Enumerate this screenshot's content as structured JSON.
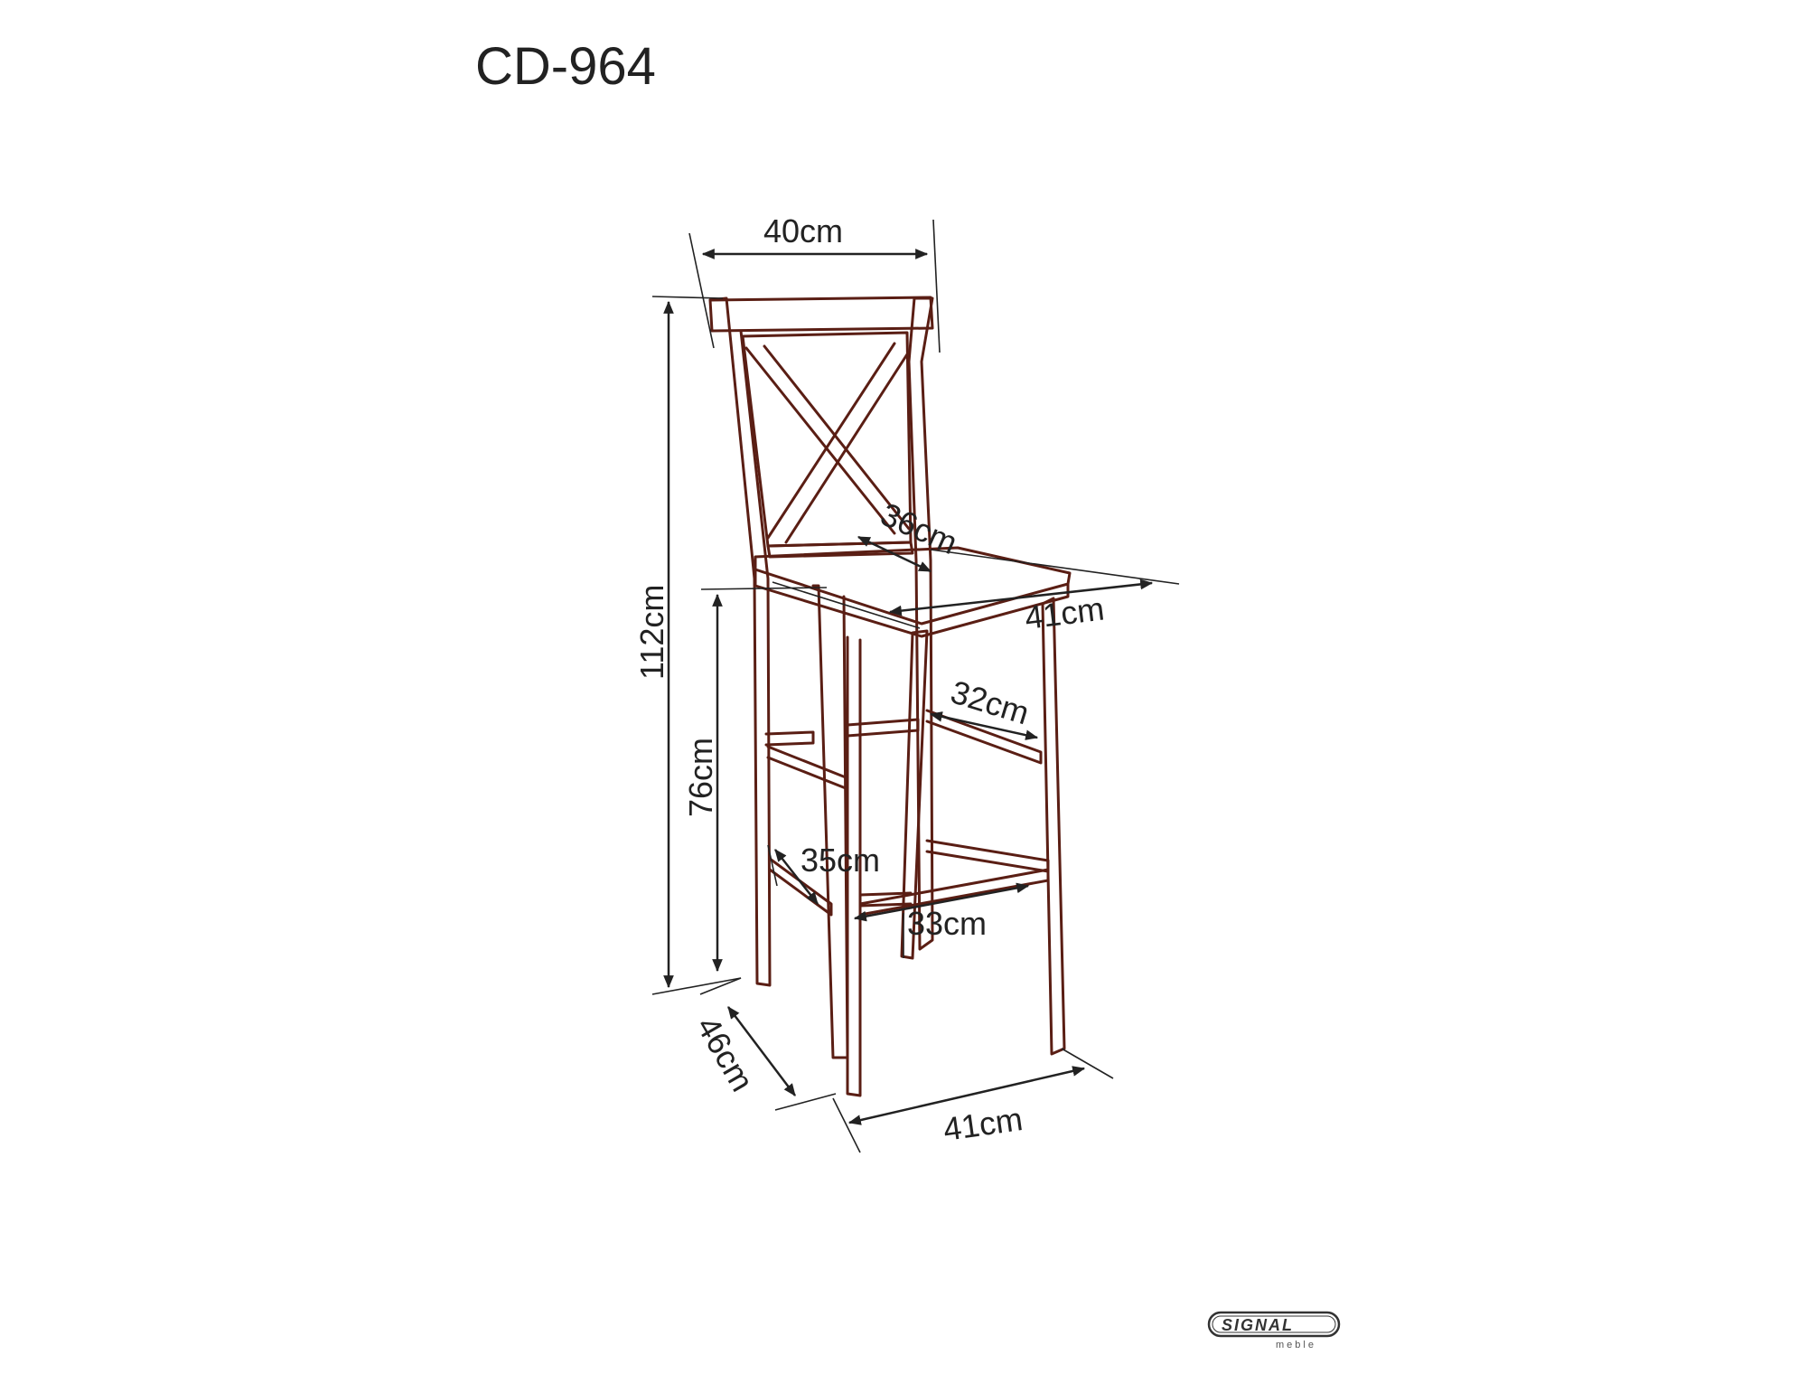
{
  "title": "CD-964",
  "dimensions": {
    "back_width": "40cm",
    "total_height": "112cm",
    "seat_depth": "36cm",
    "seat_width": "41cm",
    "seat_height": "76cm",
    "upper_stretcher_depth": "32cm",
    "side_stretcher": "35cm",
    "lower_stretcher_width": "33cm",
    "base_depth": "46cm",
    "base_width": "41cm"
  },
  "logo": {
    "brand": "SIGNAL",
    "sub": "meble"
  },
  "colors": {
    "chair_outline": "#5a1e14",
    "dimension_lines": "#222222"
  }
}
